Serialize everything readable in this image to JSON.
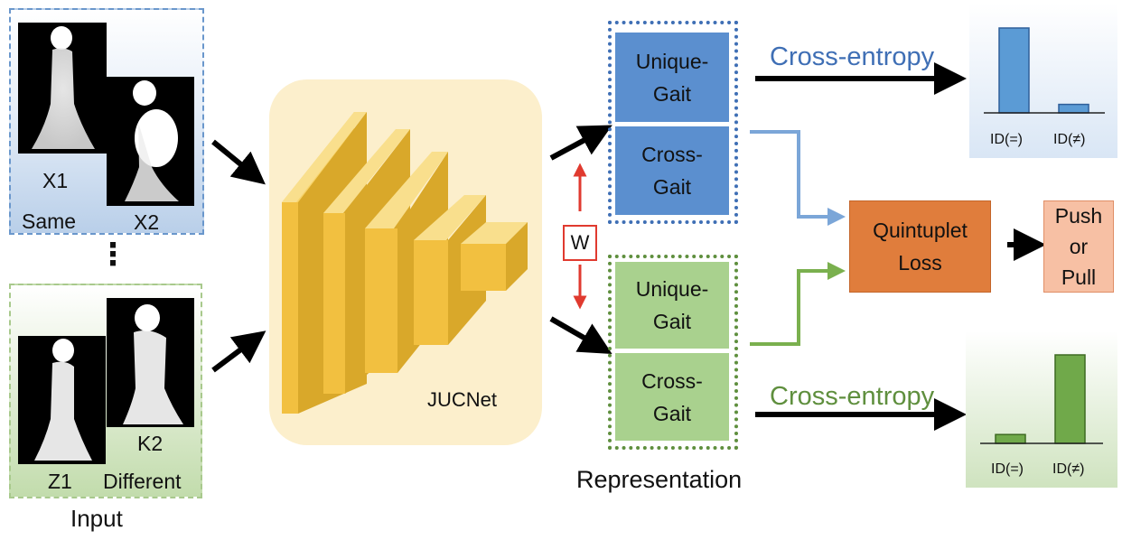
{
  "input": {
    "group_same": {
      "x1": "X1",
      "x2": "X2",
      "tag": "Same"
    },
    "group_different": {
      "z1": "Z1",
      "k2": "K2",
      "tag": "Different"
    },
    "ellipsis": "⋮",
    "caption": "Input"
  },
  "network": {
    "label": "JUCNet"
  },
  "weight_label": "W",
  "representation": {
    "top": {
      "unique": [
        "Unique-",
        "Gait"
      ],
      "cross": [
        "Cross-",
        "Gait"
      ]
    },
    "bottom": {
      "unique": [
        "Unique-",
        "Gait"
      ],
      "cross": [
        "Cross-",
        "Gait"
      ]
    },
    "caption": "Representation"
  },
  "losses": {
    "cross_entropy_top": "Cross-entropy",
    "cross_entropy_bottom": "Cross-entropy",
    "quintuplet": [
      "Quintuplet",
      "Loss"
    ],
    "result": [
      "Push",
      "or",
      "Pull"
    ]
  },
  "bar_top": {
    "labels": [
      "ID(=)",
      "ID(≠)"
    ],
    "values": [
      1.0,
      0.1
    ],
    "color": "#5b9bd5"
  },
  "bar_bottom": {
    "labels": [
      "ID(=)",
      "ID(≠)"
    ],
    "values": [
      0.1,
      1.0
    ],
    "color": "#70a94a"
  },
  "colors": {
    "blue_box": "#5b8fcf",
    "green_box": "#a9d18e",
    "orange_box": "#e07d3c",
    "pink_box": "#f7c0a4",
    "cube": "#f2c040",
    "network_bg": "#fcefcc",
    "arrow_blue": "#7ba6d8",
    "arrow_green": "#7ab04e",
    "red_arrow": "#e03a2f"
  }
}
